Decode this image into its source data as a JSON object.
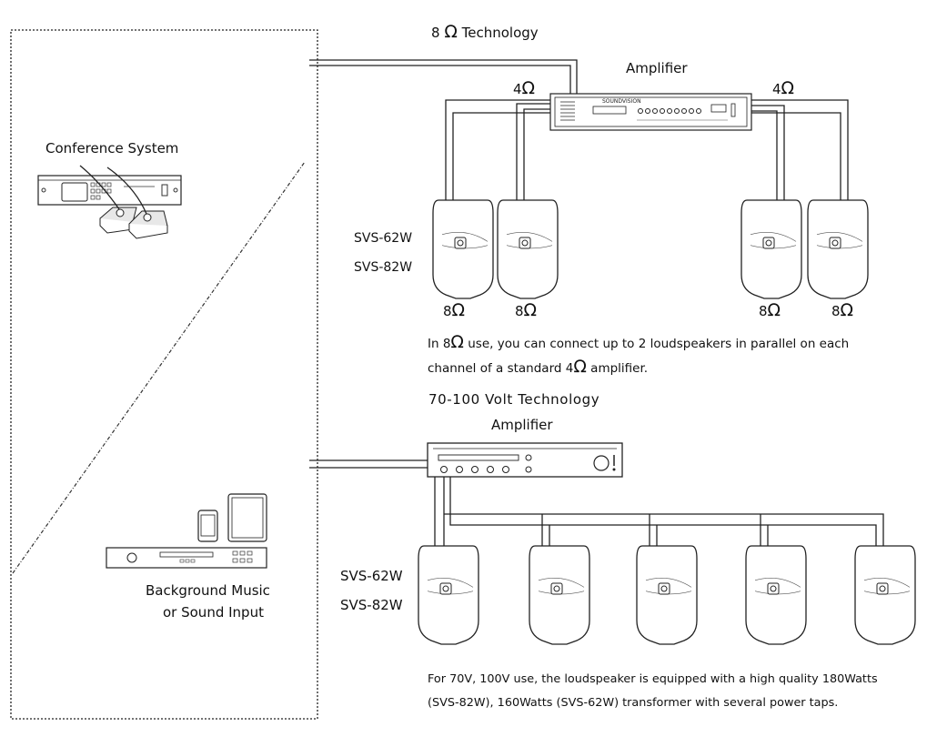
{
  "colors": {
    "line": "#222222",
    "text": "#111111",
    "background": "#ffffff"
  },
  "left_panel": {
    "conference_label": "Conference System",
    "background_music_label": "Background Music",
    "sound_input_label": "or Sound Input"
  },
  "ohm_section": {
    "title_prefix": "8",
    "title_symbol": "Ω",
    "title_suffix": "Technology",
    "amplifier_label": "Amplifier",
    "amplifier_brand": "SOUNDVISION",
    "channel_prefix": "4",
    "channel_symbol": "Ω",
    "speaker_models": [
      "SVS-62W",
      "SVS-82W"
    ],
    "speaker_impedance_prefix": "8",
    "speaker_impedance_symbol": "Ω",
    "note_parts": [
      "In 8",
      "Ω",
      " use, you can connect up to 2 loudspeakers in parallel on each",
      "channel of a standard  4",
      "Ω",
      " amplifier."
    ]
  },
  "volt_section": {
    "title": "70-100 Volt Technology",
    "amplifier_label": "Amplifier",
    "speaker_models": [
      "SVS-62W",
      "SVS-82W"
    ],
    "note_line1": "For 70V, 100V use, the loudspeaker is equipped with a high quality 180Watts",
    "note_line2": "(SVS-82W), 160Watts (SVS-62W) transformer with several power taps."
  },
  "icons": [
    "conference-unit-icon",
    "microphone-icon",
    "rack-amplifier-icon",
    "speaker-icon",
    "amplifier-icon",
    "phone-icon",
    "tablet-icon",
    "media-player-icon"
  ]
}
